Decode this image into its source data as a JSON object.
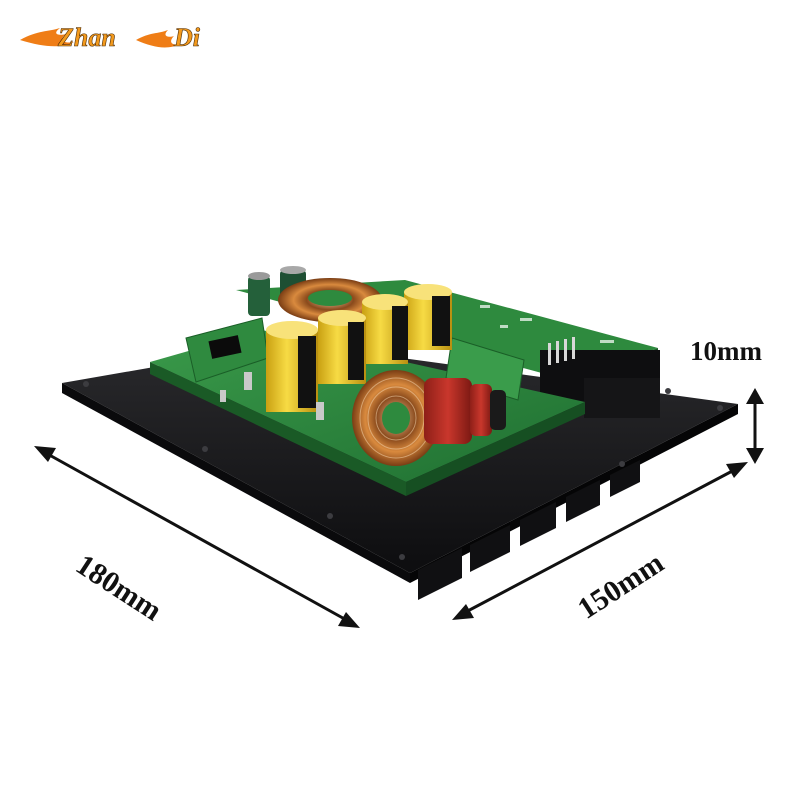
{
  "brand": {
    "logo_text_1": "Zhan",
    "logo_text_2": "Di",
    "logo_colors": {
      "fill": "#f39a1d",
      "flame": "#ef7d16",
      "dark": "#4a2a08"
    }
  },
  "dimensions": {
    "height_label": "10mm",
    "length_label": "180mm",
    "width_label": "150mm"
  },
  "colors": {
    "heatsink": "#1b1b1d",
    "pcb": "#2f8a3f",
    "capacitor": "#f0c81e",
    "copper": "#c26a2a",
    "film_capacitor": "#b02a22"
  }
}
